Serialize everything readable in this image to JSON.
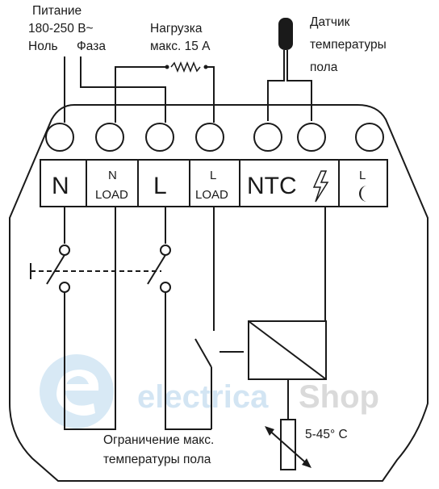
{
  "labels": {
    "power_line1": "Питание",
    "power_line2": "180-250 В~",
    "neutral": "Ноль",
    "phase": "Фаза",
    "load_line1": "Нагрузка",
    "load_line2": "макс. 15 А",
    "sensor_line1": "Датчик",
    "sensor_line2": "температуры",
    "sensor_line3": "пола",
    "limit_line1": "Ограничение макс.",
    "limit_line2": "температуры пола",
    "range": "5-45° C"
  },
  "terminals": [
    {
      "main": "N",
      "sub": ""
    },
    {
      "main": "N",
      "sub": "LOAD"
    },
    {
      "main": "L",
      "sub": ""
    },
    {
      "main": "L",
      "sub": "LOAD"
    },
    {
      "main": "NTC",
      "sub": "lightning-icon"
    },
    {
      "main": "L",
      "sub": "moon-icon"
    }
  ],
  "watermark": {
    "brand_part1": "electrica",
    "brand_part2": "Shop",
    "color1": "#cfe3f2",
    "color2": "#d6d6d6"
  },
  "colors": {
    "line": "#1a1a1a"
  }
}
